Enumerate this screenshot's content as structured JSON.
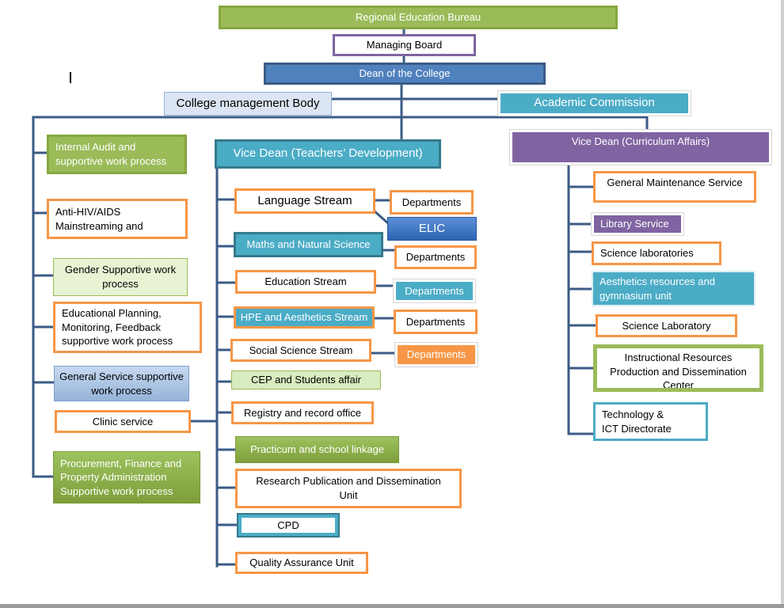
{
  "top": {
    "bureau": "Regional Education Bureau",
    "board": "Managing Board",
    "dean": "Dean of the College",
    "management": "College management Body",
    "commission": "Academic Commission"
  },
  "left_branch": [
    "Internal Audit and\nsupportive work process",
    "Anti-HIV/AIDS\nMainstreaming and",
    "Gender Supportive work\nprocess",
    "Educational Planning,\nMonitoring, Feedback\nsupportive work process",
    "General Service supportive\nwork process",
    "Clinic service",
    "Procurement, Finance and\nProperty Administration\nSupportive work process"
  ],
  "middle_branch": {
    "head": "Vice Dean (Teachers’ Development)",
    "streams": [
      "Language Stream",
      "Maths and Natural Science",
      "Education Stream",
      "HPE and Aesthetics Stream",
      "Social Science Stream",
      "CEP and Students affair",
      "Registry and record office",
      "Practicum and school linkage",
      "Research Publication and Dissemination\nUnit",
      "CPD",
      "Quality Assurance Unit"
    ],
    "departments": [
      "Departments",
      "Departments",
      "Departments",
      "Departments",
      "Departments"
    ],
    "elic": "ELIC"
  },
  "right_branch": {
    "head": "Vice Dean (Curriculum Affairs)",
    "units": [
      "General Maintenance Service",
      "Library Service",
      "Science laboratories",
      "Aesthetics resources and\ngymnasium unit",
      "Science Laboratory",
      "Instructional Resources\nProduction and Dissemination\nCenter",
      "Technology &\nICT Directorate"
    ]
  },
  "colors": {
    "connector": "#3b5b85",
    "green": "#9bbb59",
    "blue": "#4f81bd",
    "teal": "#4bacc6",
    "purple": "#8064a2",
    "orange": "#f79646"
  }
}
